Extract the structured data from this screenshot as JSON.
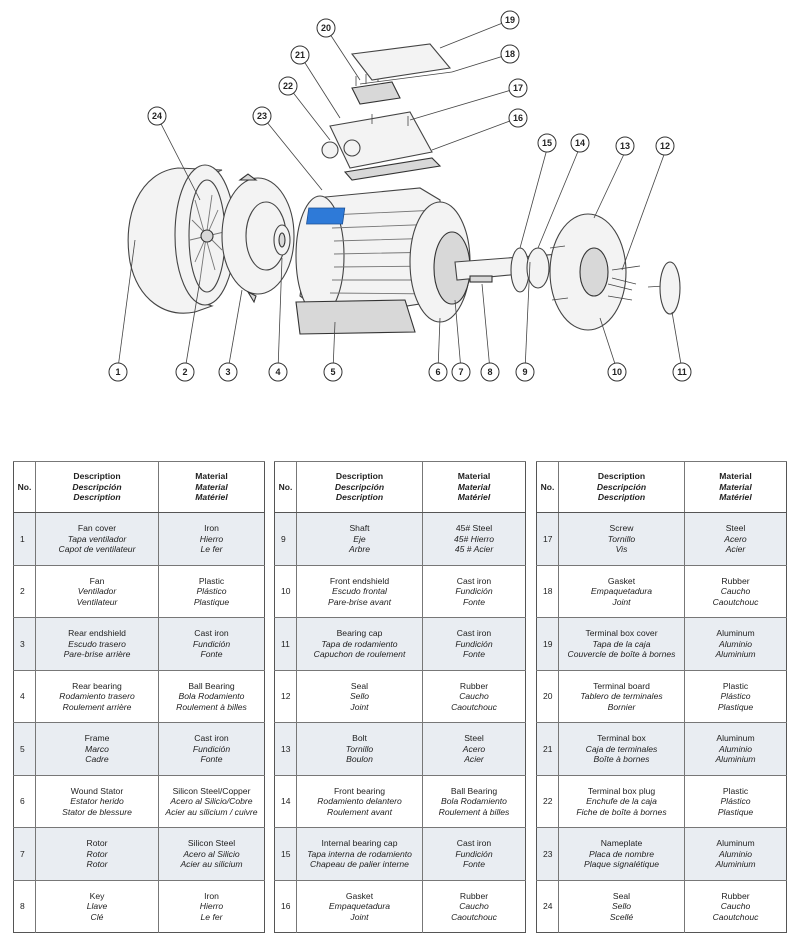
{
  "table_header": {
    "no": "No.",
    "description": [
      "Description",
      "Descripción",
      "Description"
    ],
    "material": [
      "Material",
      "Material",
      "Matériel"
    ]
  },
  "parts": [
    {
      "no": "1",
      "desc": [
        "Fan cover",
        "Tapa ventilador",
        "Capot de ventilateur"
      ],
      "mat": [
        "Iron",
        "Hierro",
        "Le fer"
      ]
    },
    {
      "no": "2",
      "desc": [
        "Fan",
        "Ventilador",
        "Ventilateur"
      ],
      "mat": [
        "Plastic",
        "Plástico",
        "Plastique"
      ]
    },
    {
      "no": "3",
      "desc": [
        "Rear endshield",
        "Escudo trasero",
        "Pare-brise arrière"
      ],
      "mat": [
        "Cast iron",
        "Fundición",
        "Fonte"
      ]
    },
    {
      "no": "4",
      "desc": [
        "Rear bearing",
        "Rodamiento trasero",
        "Roulement arrière"
      ],
      "mat": [
        "Ball Bearing",
        "Bola Rodamiento",
        "Roulement à billes"
      ]
    },
    {
      "no": "5",
      "desc": [
        "Frame",
        "Marco",
        "Cadre"
      ],
      "mat": [
        "Cast iron",
        "Fundición",
        "Fonte"
      ]
    },
    {
      "no": "6",
      "desc": [
        "Wound Stator",
        "Estator herido",
        "Stator de blessure"
      ],
      "mat": [
        "Silicon Steel/Copper",
        "Acero al Silicio/Cobre",
        "Acier au silicium / cuivre"
      ]
    },
    {
      "no": "7",
      "desc": [
        "Rotor",
        "Rotor",
        "Rotor"
      ],
      "mat": [
        "Silicon Steel",
        "Acero al Silicio",
        "Acier au silicium"
      ]
    },
    {
      "no": "8",
      "desc": [
        "Key",
        "Llave",
        "Clé"
      ],
      "mat": [
        "Iron",
        "Hierro",
        "Le fer"
      ]
    },
    {
      "no": "9",
      "desc": [
        "Shaft",
        "Eje",
        "Arbre"
      ],
      "mat": [
        "45# Steel",
        "45# Hierro",
        "45 # Acier"
      ]
    },
    {
      "no": "10",
      "desc": [
        "Front endshield",
        "Escudo frontal",
        "Pare-brise avant"
      ],
      "mat": [
        "Cast iron",
        "Fundición",
        "Fonte"
      ]
    },
    {
      "no": "11",
      "desc": [
        "Bearing cap",
        "Tapa de rodamiento",
        "Capuchon de roulement"
      ],
      "mat": [
        "Cast iron",
        "Fundición",
        "Fonte"
      ]
    },
    {
      "no": "12",
      "desc": [
        "Seal",
        "Sello",
        "Joint"
      ],
      "mat": [
        "Rubber",
        "Caucho",
        "Caoutchouc"
      ]
    },
    {
      "no": "13",
      "desc": [
        "Bolt",
        "Tornillo",
        "Boulon"
      ],
      "mat": [
        "Steel",
        "Acero",
        "Acier"
      ]
    },
    {
      "no": "14",
      "desc": [
        "Front bearing",
        "Rodamiento delantero",
        "Roulement avant"
      ],
      "mat": [
        "Ball Bearing",
        "Bola Rodamiento",
        "Roulement à billes"
      ]
    },
    {
      "no": "15",
      "desc": [
        "Internal bearing cap",
        "Tapa interna de rodamiento",
        "Chapeau de palier interne"
      ],
      "mat": [
        "Cast iron",
        "Fundición",
        "Fonte"
      ]
    },
    {
      "no": "16",
      "desc": [
        "Gasket",
        "Empaquetadura",
        "Joint"
      ],
      "mat": [
        "Rubber",
        "Caucho",
        "Caoutchouc"
      ]
    },
    {
      "no": "17",
      "desc": [
        "Screw",
        "Tornillo",
        "Vis"
      ],
      "mat": [
        "Steel",
        "Acero",
        "Acier"
      ]
    },
    {
      "no": "18",
      "desc": [
        "Gasket",
        "Empaquetadura",
        "Joint"
      ],
      "mat": [
        "Rubber",
        "Caucho",
        "Caoutchouc"
      ]
    },
    {
      "no": "19",
      "desc": [
        "Terminal box cover",
        "Tapa de la caja",
        "Couvercle de boîte à bornes"
      ],
      "mat": [
        "Aluminum",
        "Aluminio",
        "Aluminium"
      ]
    },
    {
      "no": "20",
      "desc": [
        "Terminal board",
        "Tablero de terminales",
        "Bornier"
      ],
      "mat": [
        "Plastic",
        "Plástico",
        "Plastique"
      ]
    },
    {
      "no": "21",
      "desc": [
        "Terminal box",
        "Caja de terminales",
        "Boîte à bornes"
      ],
      "mat": [
        "Aluminum",
        "Aluminio",
        "Aluminium"
      ]
    },
    {
      "no": "22",
      "desc": [
        "Terminal box plug",
        "Enchufe de la caja",
        "Fiche de boîte à bornes"
      ],
      "mat": [
        "Plastic",
        "Plástico",
        "Plastique"
      ]
    },
    {
      "no": "23",
      "desc": [
        "Nameplate",
        "Placa de nombre",
        "Plaque signalétique"
      ],
      "mat": [
        "Aluminum",
        "Aluminio",
        "Aluminium"
      ]
    },
    {
      "no": "24",
      "desc": [
        "Seal",
        "Sello",
        "Scellé"
      ],
      "mat": [
        "Rubber",
        "Caucho",
        "Caoutchouc"
      ]
    }
  ],
  "callouts": [
    "1",
    "2",
    "3",
    "4",
    "5",
    "6",
    "7",
    "8",
    "9",
    "10",
    "11",
    "12",
    "13",
    "14",
    "15",
    "16",
    "17",
    "18",
    "19",
    "20",
    "21",
    "22",
    "23",
    "24"
  ]
}
